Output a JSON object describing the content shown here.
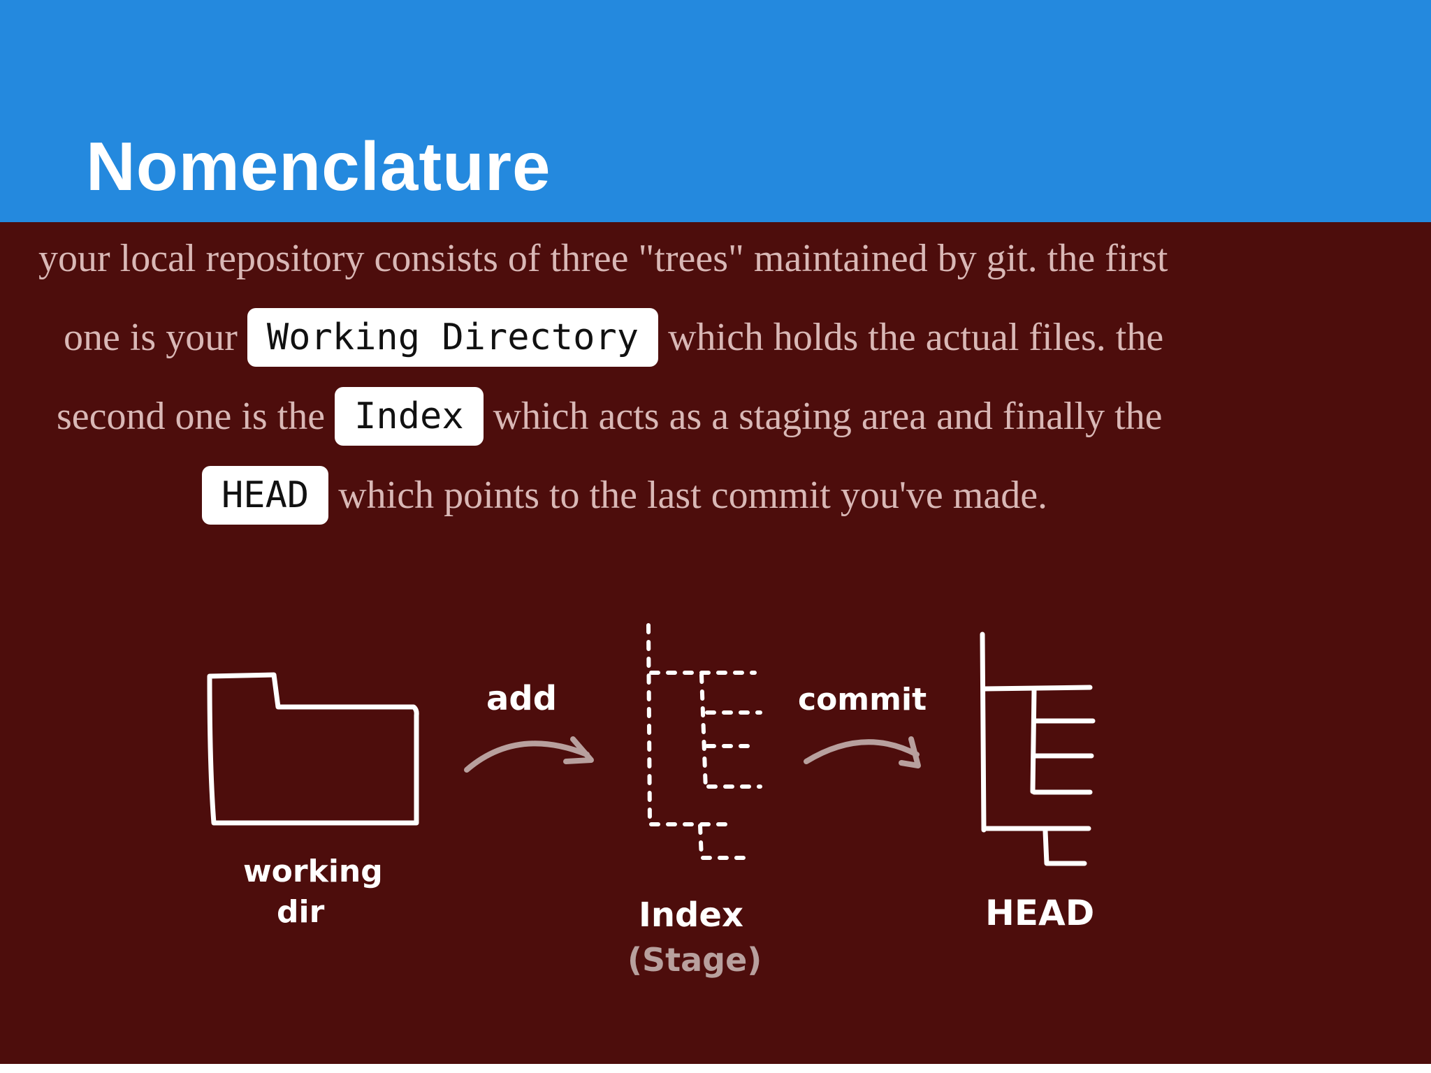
{
  "slide": {
    "title": "Nomenclature"
  },
  "body": {
    "line1": {
      "text": "your local repository consists of three \"trees\" maintained by git. the first"
    },
    "line2": {
      "before": "one is your",
      "code": "Working Directory",
      "after": "which holds the actual files. the"
    },
    "line3": {
      "before": "second one is the",
      "code": "Index",
      "after": "which acts as a staging area and finally the"
    },
    "line4": {
      "code": "HEAD",
      "after": "which points to the last commit you've made."
    }
  },
  "diagram": {
    "working_dir": {
      "label_line1": "working",
      "label_line2": "dir",
      "icon": "folder-icon"
    },
    "add_arrow": {
      "label": "add",
      "icon": "curved-arrow-icon"
    },
    "index": {
      "label": "Index",
      "sublabel": "(Stage)",
      "icon": "dashed-tree-icon"
    },
    "commit_arrow": {
      "label": "commit",
      "icon": "curved-arrow-icon"
    },
    "head": {
      "label": "HEAD",
      "icon": "solid-tree-icon"
    }
  },
  "colors": {
    "title_bar": "#2489de",
    "background": "#4d0d0c",
    "body_text": "#d9b8b6",
    "code_bg": "#ffffff",
    "arrow": "#b8a09e",
    "ink": "#ffffff"
  }
}
